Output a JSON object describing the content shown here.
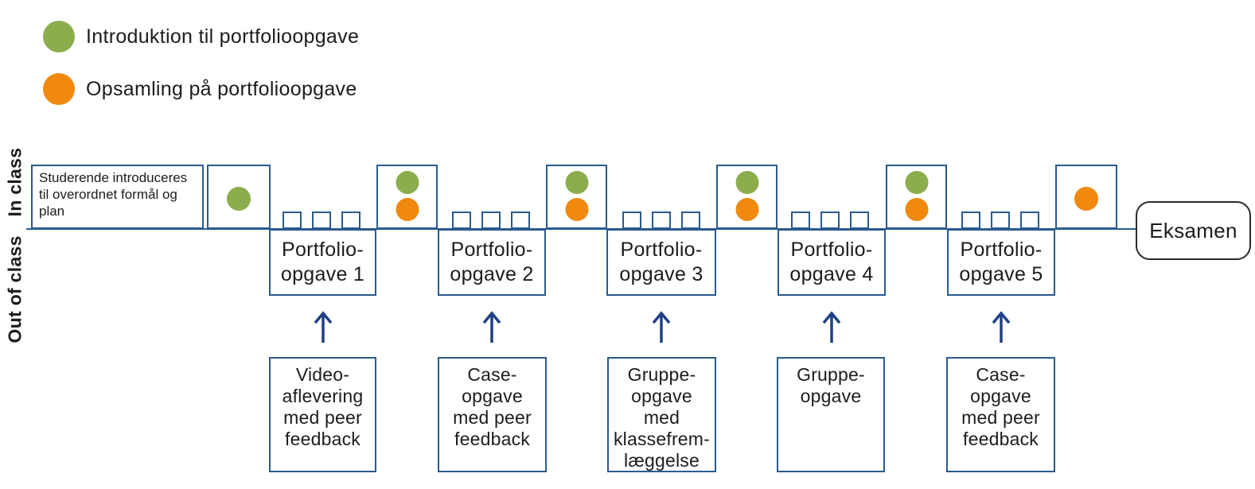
{
  "legend": {
    "items": [
      {
        "icon": "green-circle",
        "color": "#8CAD4D",
        "label": "Introduktion til portfolioopgave"
      },
      {
        "icon": "orange-circle",
        "color": "#F0890D",
        "label": "Opsamling på portfolioopgave"
      }
    ]
  },
  "axis_labels": {
    "in_class": "In class",
    "out_of_class": "Out of class"
  },
  "timeline": {
    "intro_box_text": "Studerende introduceres\ntil overordnet formål og\nplan",
    "portfolio_boxes": [
      {
        "label": "Portfolio-\nopgave 1"
      },
      {
        "label": "Portfolio-\nopgave 2"
      },
      {
        "label": "Portfolio-\nopgave 3"
      },
      {
        "label": "Portfolio-\nopgave 4"
      },
      {
        "label": "Portfolio-\nopgave 5"
      }
    ],
    "exam_box_label": "Eksamen"
  },
  "activities": [
    {
      "label": "Video-\naflevering\nmed peer\nfeedback"
    },
    {
      "label": "Case-\nopgave\nmed peer\nfeedback"
    },
    {
      "label": "Gruppe-\nopgave\nmed\nklassefrem-\nlæggelse"
    },
    {
      "label": "Gruppe-\nopgave"
    },
    {
      "label": "Case-\nopgave\nmed peer\nfeedback"
    }
  ],
  "colors": {
    "intro_marker": "#8CAD4D",
    "recap_marker": "#F0890D",
    "box_border": "#2A5A8E",
    "arrow": "#203F85"
  }
}
